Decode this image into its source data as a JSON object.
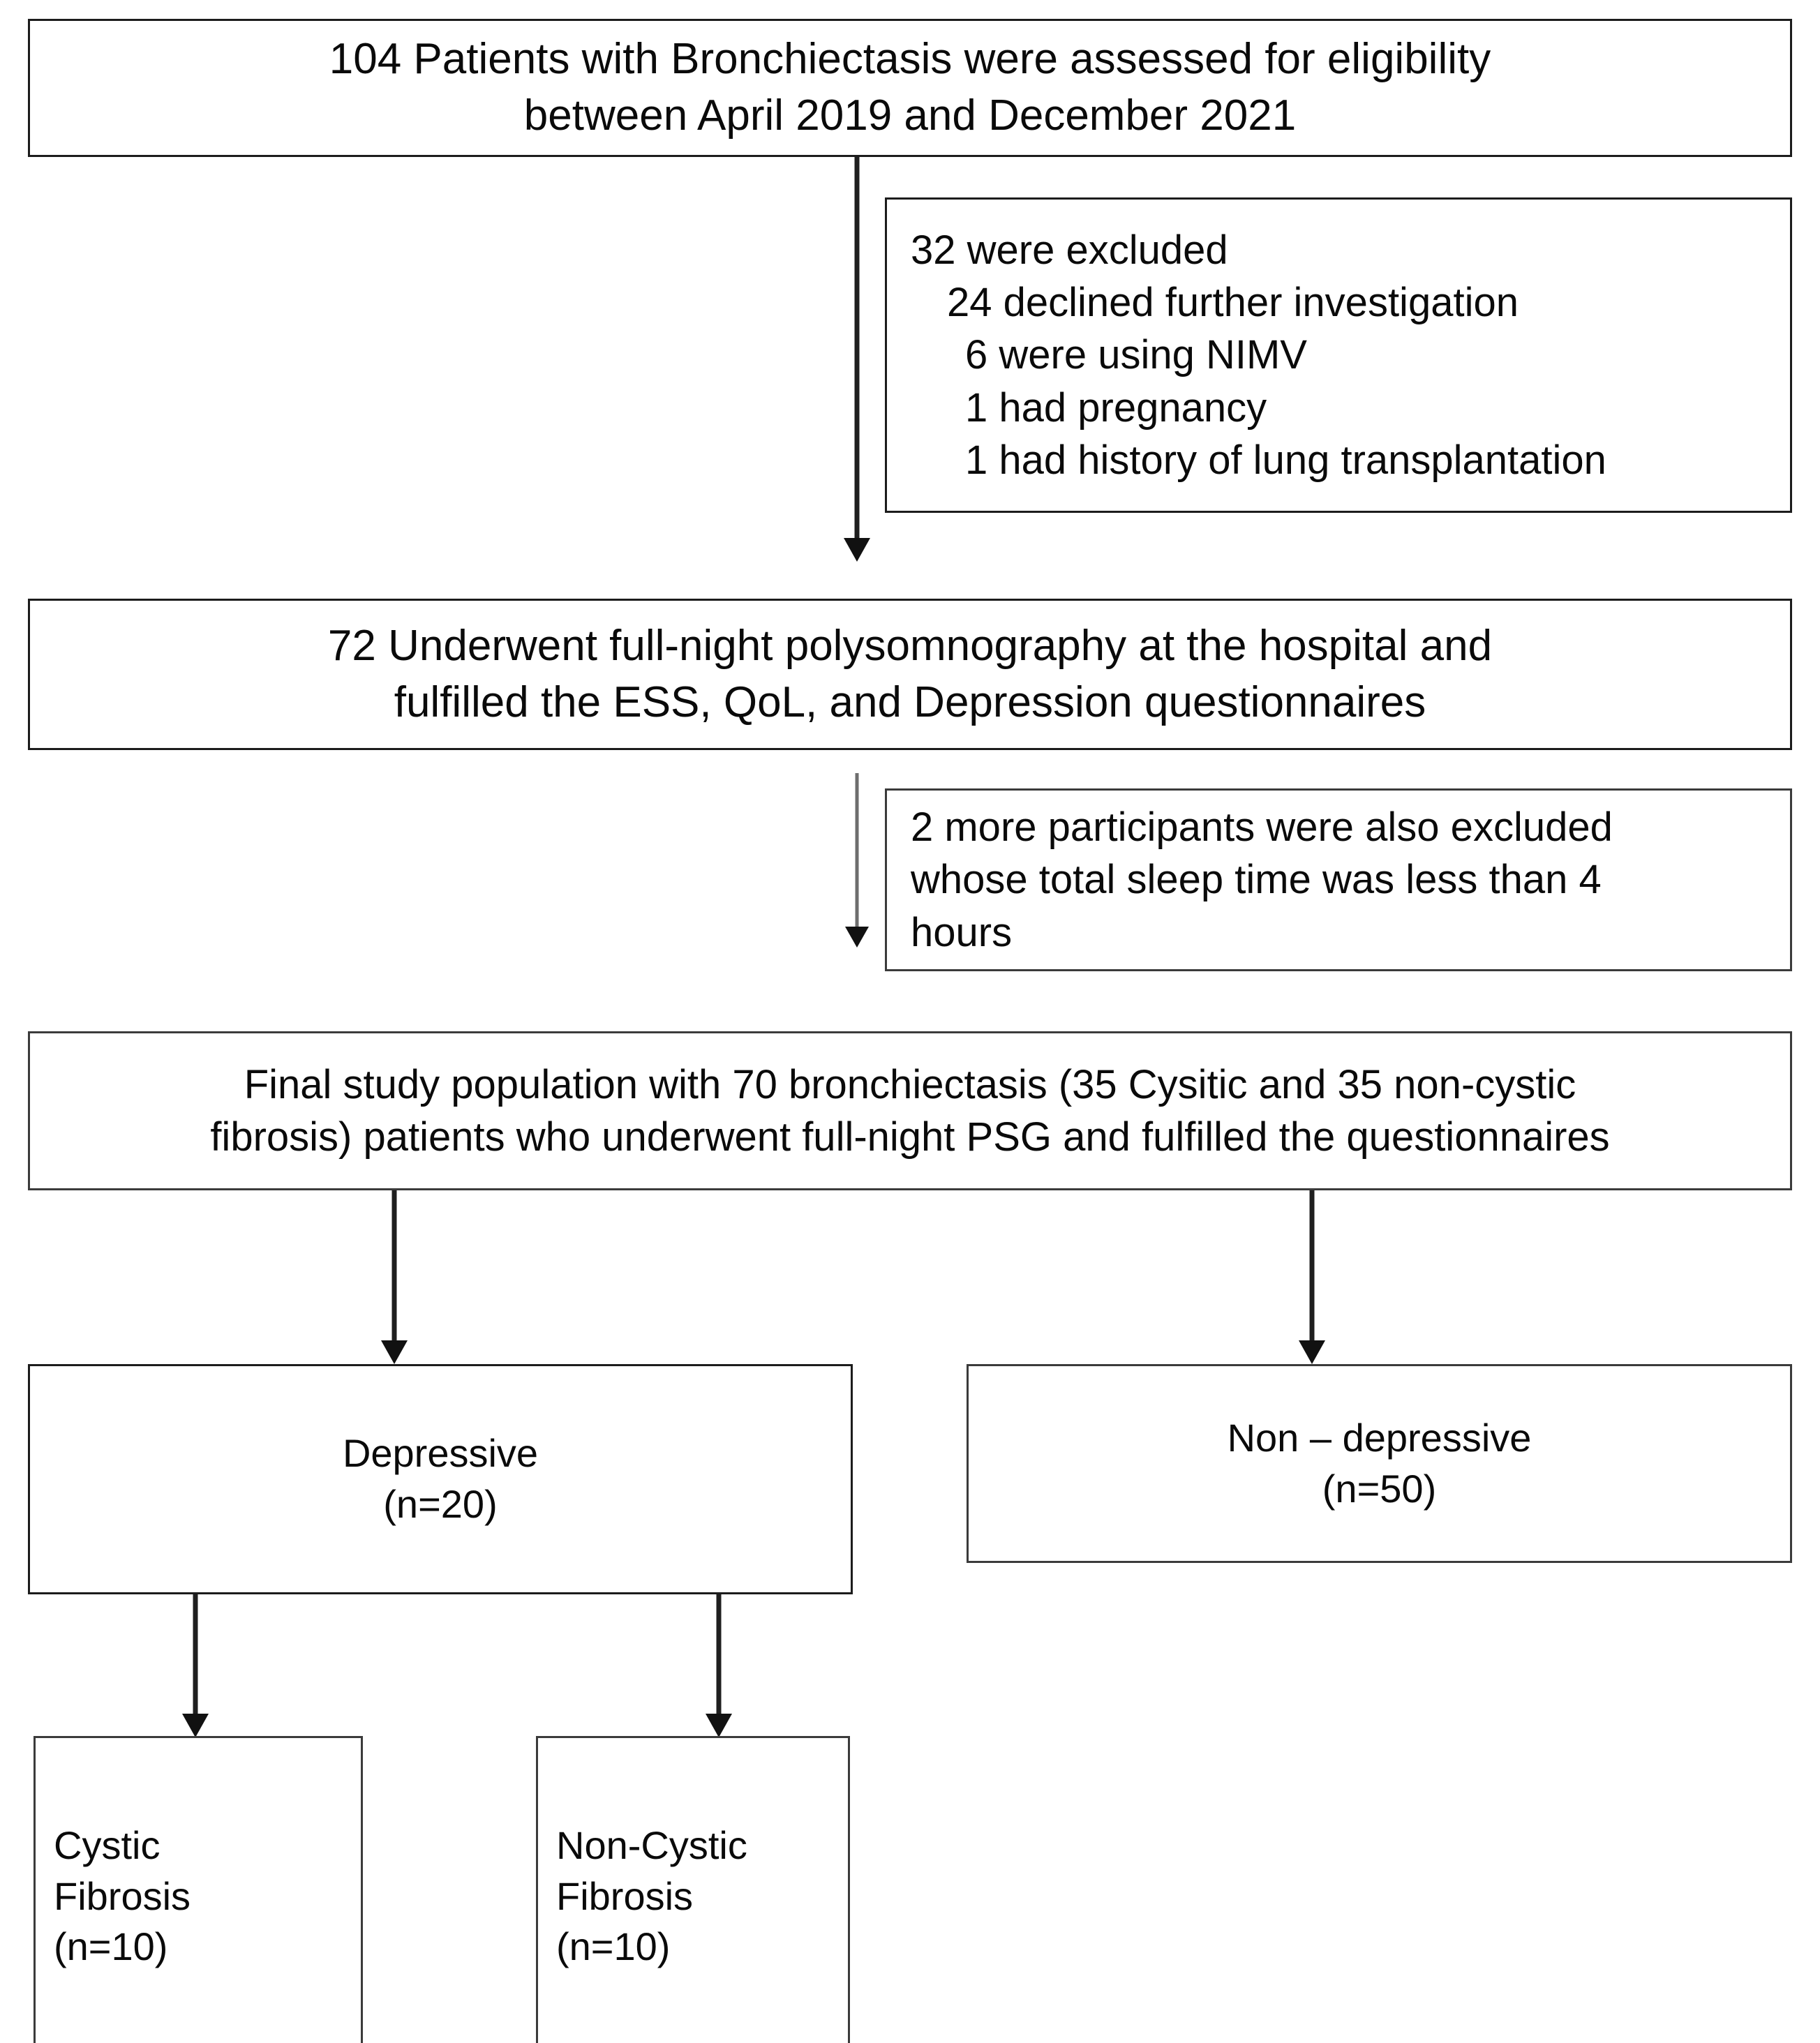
{
  "diagram": {
    "title": "Study participant flow diagram",
    "type": "flowchart",
    "accent_color": "#1c1c1c",
    "box_border_color": "#3b3b3b",
    "text_color": "#0a0a0a"
  },
  "nodes": {
    "assessed": {
      "line1": "104 Patients with Bronchiectasis were assessed for eligibility",
      "line2": "between April 2019 and December 2021"
    },
    "excluded_first": {
      "line1": "32 were excluded",
      "line2": "24 declined further investigation",
      "line3": "6 were using NIMV",
      "line4": "1 had pregnancy",
      "line5": "1 had history of lung transplantation"
    },
    "psg": {
      "line1": "72 Underwent full-night polysomnography at the hospital and",
      "line2": "fulfilled the ESS, QoL, and Depression questionnaires"
    },
    "excluded_second": {
      "line1": "2 more participants were also excluded",
      "line2": "whose total sleep time was less than 4",
      "line3": "hours"
    },
    "final_population": {
      "line1": "Final study population with 70 bronchiectasis (35 Cysitic and 35 non-cystic",
      "line2": "fibrosis) patients who underwent full-night PSG and fulfilled the questionnaires"
    },
    "depressive": {
      "line1": "Depressive",
      "line2": "(n=20)"
    },
    "non_depressive": {
      "line1": "Non – depressive",
      "line2": "(n=50)"
    },
    "cystic_fibrosis": {
      "line1": "Cystic",
      "line2": "Fibrosis",
      "line3": "(n=10)"
    },
    "non_cystic_fibrosis": {
      "line1": "Non-Cystic",
      "line2": "Fibrosis",
      "line3": "(n=10)"
    }
  },
  "connectors": [
    {
      "name": "assessed-to-psg",
      "from": "assessed",
      "to": "psg"
    },
    {
      "name": "psg-to-final",
      "from": "psg",
      "to": "final_population"
    },
    {
      "name": "final-to-depressive",
      "from": "final_population",
      "to": "depressive"
    },
    {
      "name": "final-to-non-depressive",
      "from": "final_population",
      "to": "non_depressive"
    },
    {
      "name": "depressive-to-cystic",
      "from": "depressive",
      "to": "cystic_fibrosis"
    },
    {
      "name": "depressive-to-non-cystic",
      "from": "depressive",
      "to": "non_cystic_fibrosis"
    }
  ]
}
